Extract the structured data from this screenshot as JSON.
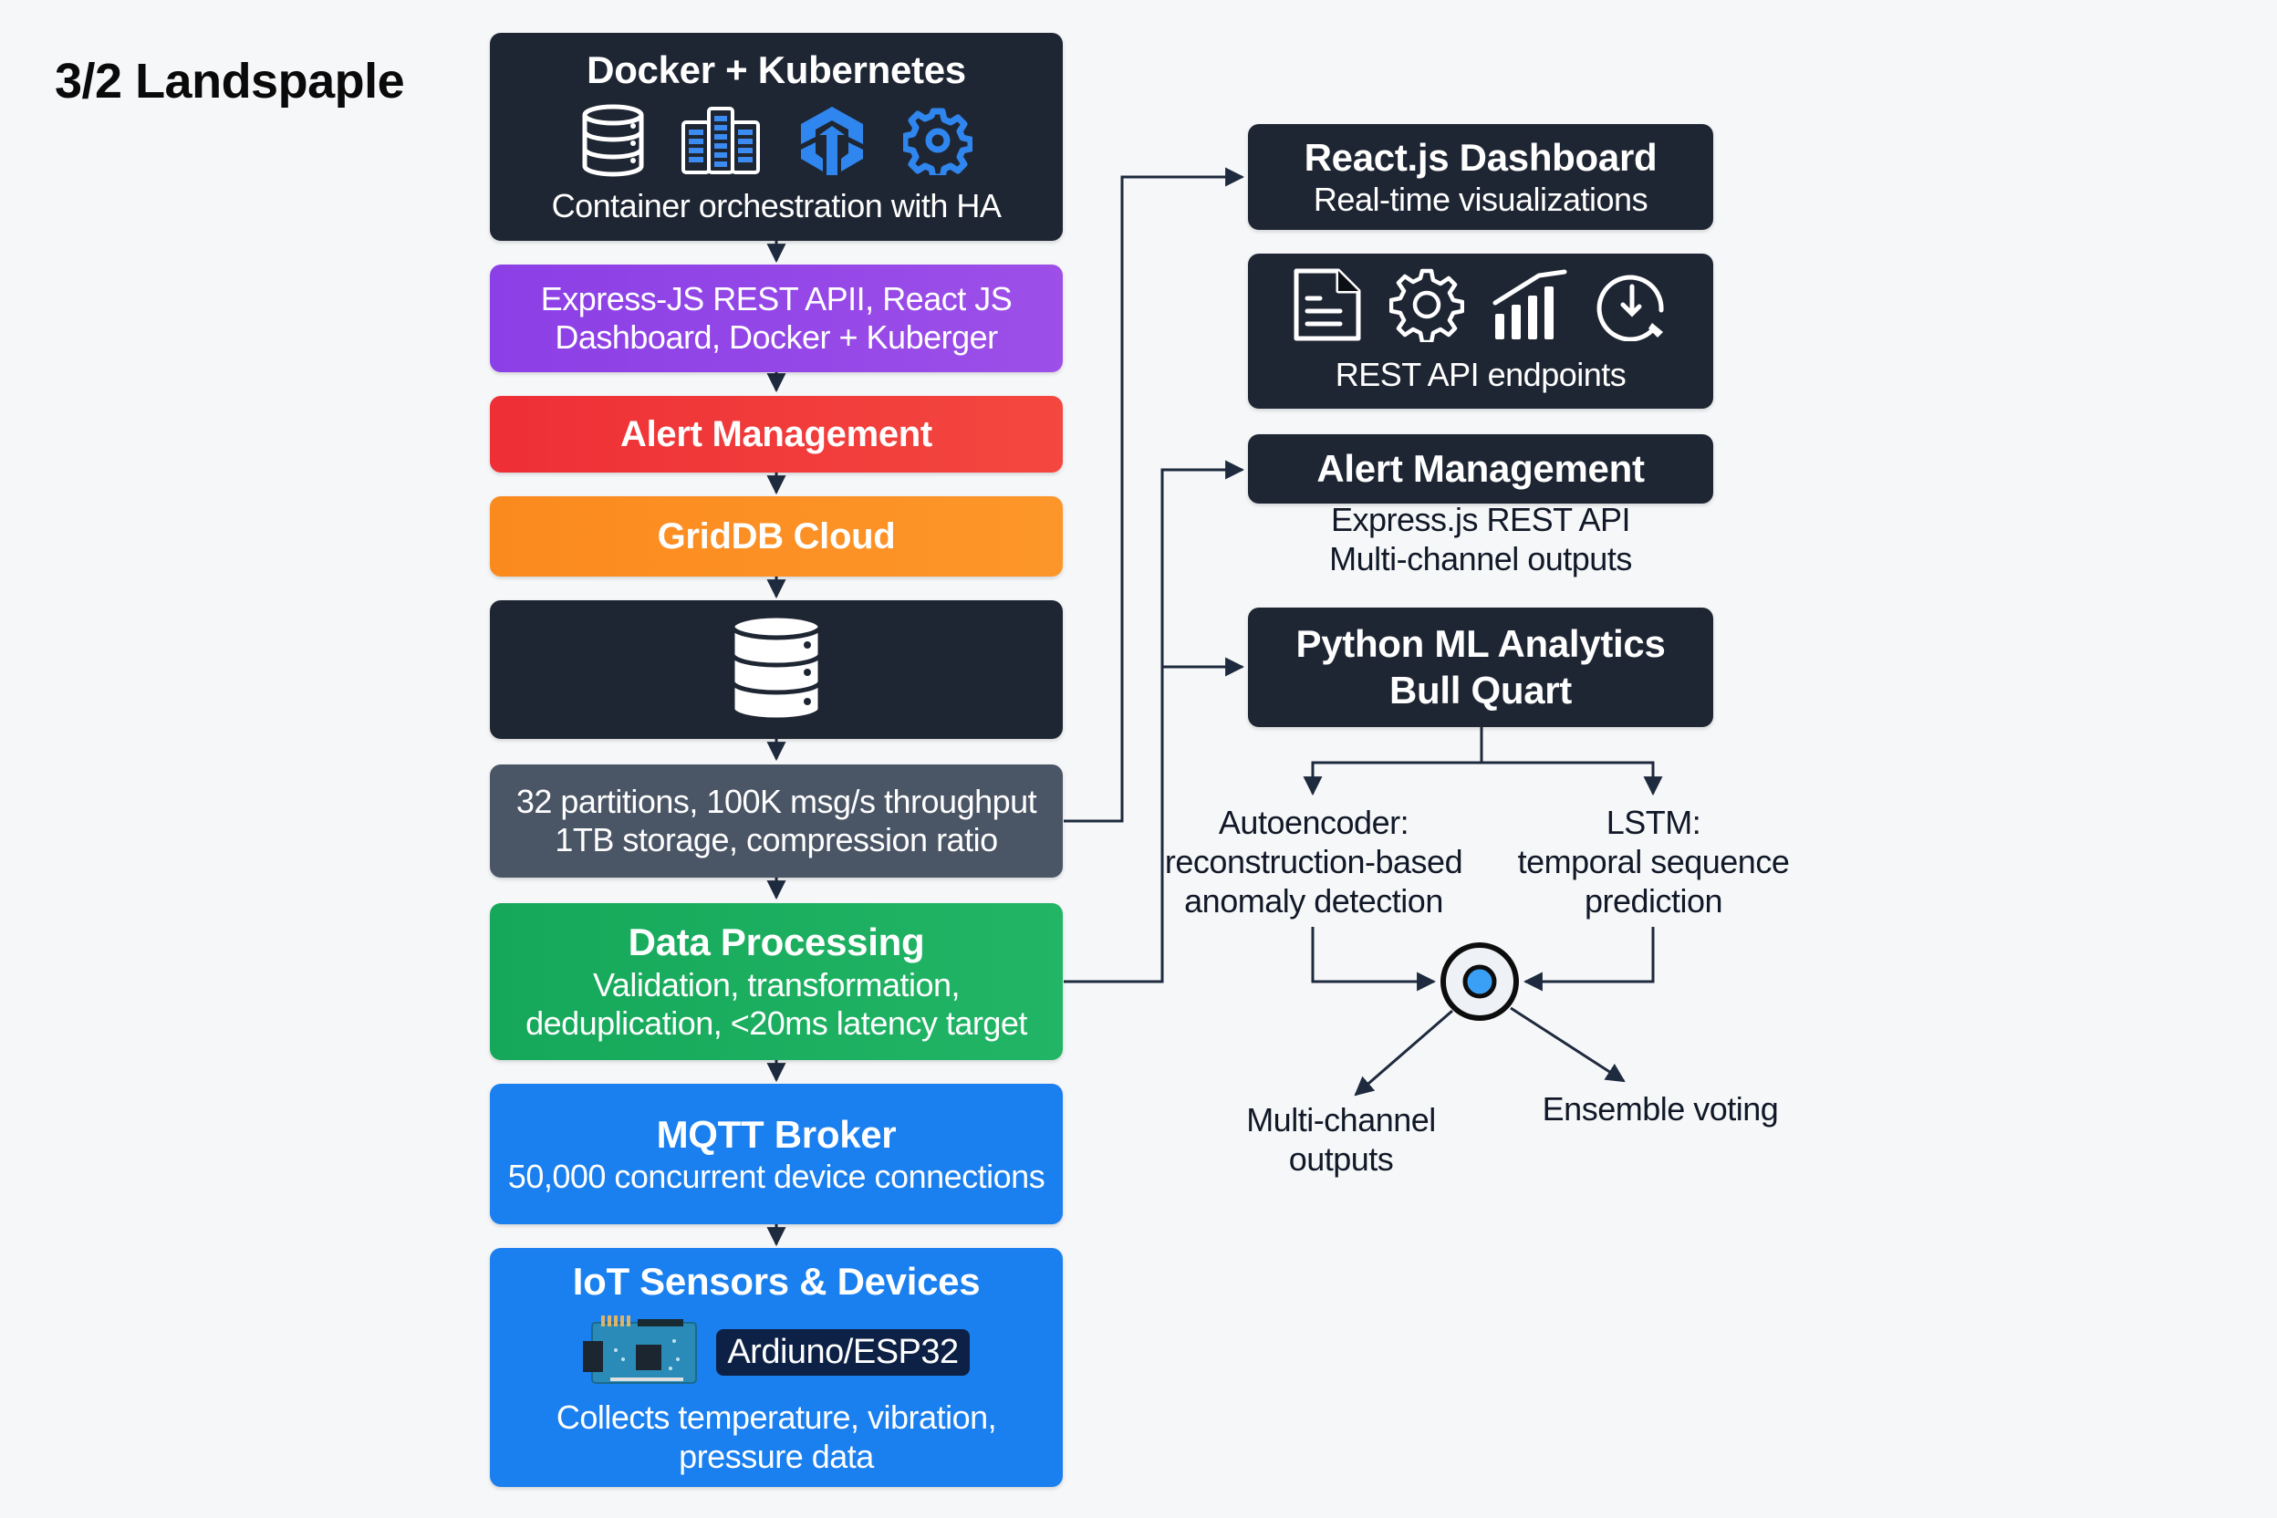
{
  "title": "3/2 Landspaple",
  "left_column": {
    "docker": {
      "heading": "Docker + Kubernetes",
      "subtitle": "Container orchestration with HA",
      "icons": [
        "database-icon",
        "server-rack-icon",
        "kubernetes-icon",
        "gear-icon"
      ]
    },
    "express": {
      "line1": "Express-JS REST APII, React JS",
      "line2": "Dashboard, Docker + Kuberger"
    },
    "alert": {
      "heading": "Alert Management"
    },
    "griddb": {
      "heading": "GridDB Cloud"
    },
    "database": {
      "icon": "database-icon"
    },
    "storage": {
      "line1": "32 partitions, 100K msg/s throughput",
      "line2": "1TB storage, compression ratio"
    },
    "processing": {
      "heading": "Data Processing",
      "line1": "Validation, transformation,",
      "line2": "deduplication, <20ms latency target"
    },
    "mqtt": {
      "heading": "MQTT Broker",
      "subtitle": "50,000 concurrent device connections"
    },
    "iot": {
      "heading": "IoT Sensors & Devices",
      "chip_label": "Ardiuno/ESP32",
      "line1": "Collects temperature, vibration,",
      "line2": "pressure data"
    }
  },
  "right_column": {
    "react": {
      "heading": "React.js Dashboard",
      "subtitle": "Real-time visualizations"
    },
    "rest": {
      "caption": "REST API endpoints",
      "icons": [
        "document-icon",
        "gear-icon",
        "bar-chart-icon",
        "download-clock-icon"
      ]
    },
    "alert": {
      "heading": "Alert Management",
      "line1": "Express.js REST API",
      "line2": "Multi-channel outputs"
    },
    "ml": {
      "line1": "Python ML Analytics",
      "line2": "Bull Quart"
    },
    "autoencoder": {
      "line1": "Autoencoder:",
      "line2": "reconstruction-based",
      "line3": "anomaly detection"
    },
    "lstm": {
      "line1": "LSTM:",
      "line2": "temporal sequence",
      "line3": "prediction"
    },
    "outputs": {
      "line1": "Multi-channel",
      "line2": "outputs"
    },
    "ensemble": {
      "label": "Ensemble voting"
    }
  },
  "colors": {
    "dark": "#1f2633",
    "purple": "#8b3fe6",
    "red": "#ee2f36",
    "orange": "#fb8a1e",
    "slate": "#4a5566",
    "green": "#16a85a",
    "blue": "#1a7fef",
    "connector": "#1e2a3d",
    "hub_dot": "#3aa0f5"
  }
}
